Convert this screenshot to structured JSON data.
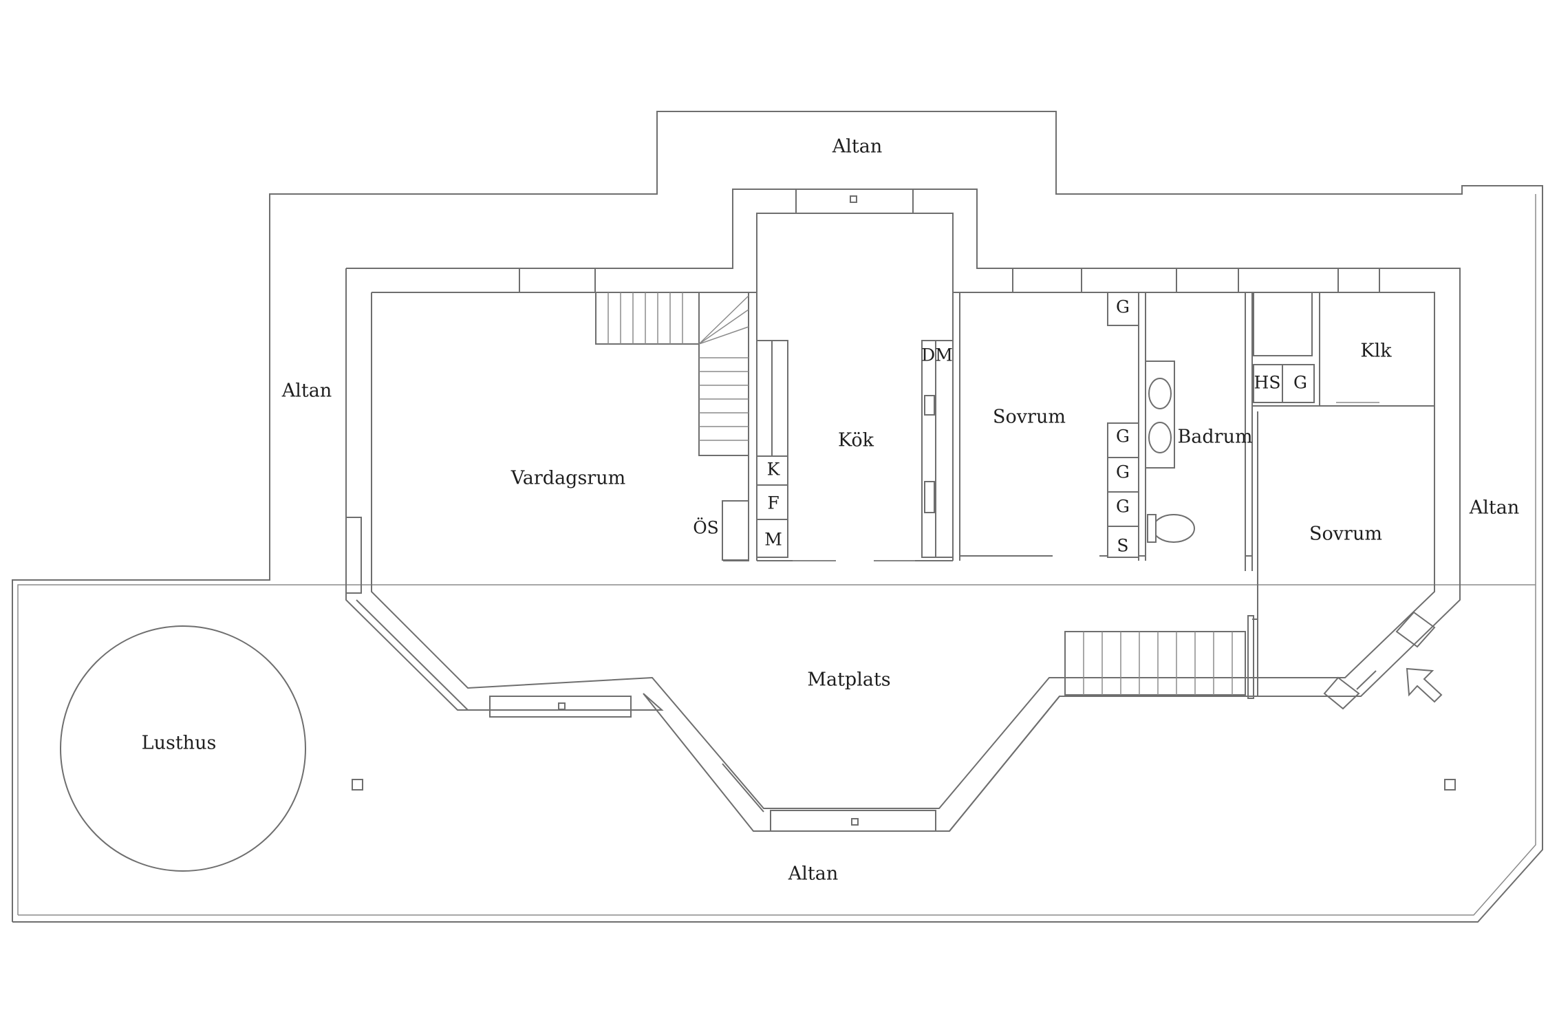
{
  "rooms": {
    "altan_top": "Altan",
    "altan_left": "Altan",
    "altan_right": "Altan",
    "altan_bottom": "Altan",
    "vardagsrum": "Vardagsrum",
    "kok": "Kök",
    "sovrum_1": "Sovrum",
    "badrum": "Badrum",
    "klk": "Klk",
    "sovrum_2": "Sovrum",
    "matplats": "Matplats",
    "lusthus": "Lusthus"
  },
  "fixtures": {
    "k": "K",
    "f": "F",
    "m": "M",
    "os": "ÖS",
    "dm": "DM",
    "g_sovrum": "G",
    "g_bad_1": "G",
    "g_bad_2": "G",
    "g_bad_3": "G",
    "s": "S",
    "hs": "HS",
    "g_hall": "G"
  }
}
